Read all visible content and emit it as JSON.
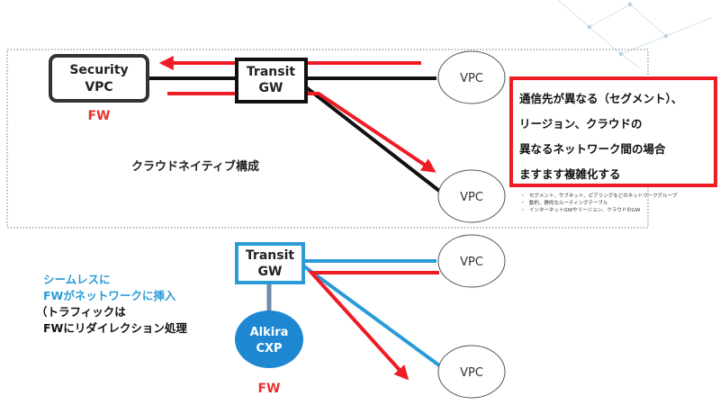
{
  "nodes": {
    "security_vpc": {
      "line1": "Security",
      "line2": "VPC"
    },
    "transit_gw_top": {
      "line1": "Transit",
      "line2": "GW"
    },
    "transit_gw_bottom": {
      "line1": "Transit",
      "line2": "GW"
    },
    "alkira_cxp": {
      "line1": "Alkira",
      "line2": "CXP"
    },
    "vpc_label": "VPC"
  },
  "labels": {
    "fw_top": "FW",
    "fw_bottom": "FW",
    "cloud_native": "クラウドネイティブ構成"
  },
  "callout": {
    "lines": [
      "通信先が異なる（セグメント）、",
      "リージョン、クラウドの",
      "異なるネットワーク間の場合",
      "ますます複雑化する"
    ],
    "bullets": [
      "セグメント、サブネット、ピアリングなどのネットワークグループ",
      "動的、静的なルーティングテーブル",
      "インターネットGWやリージョン、クラウドのGW"
    ]
  },
  "seamless": {
    "lines": [
      "シームレスに",
      "FWがネットワークに挿入"
    ],
    "paren_lines": [
      "（トラフィックは",
      "FWにリダイレクション処理"
    ]
  },
  "colors": {
    "red": "#ee1c24",
    "blue": "#2b9bd8",
    "black": "#111111",
    "fw_red": "#e8312f",
    "alkira_blue": "#1e87d1",
    "link_gray": "#6f8ba8"
  }
}
